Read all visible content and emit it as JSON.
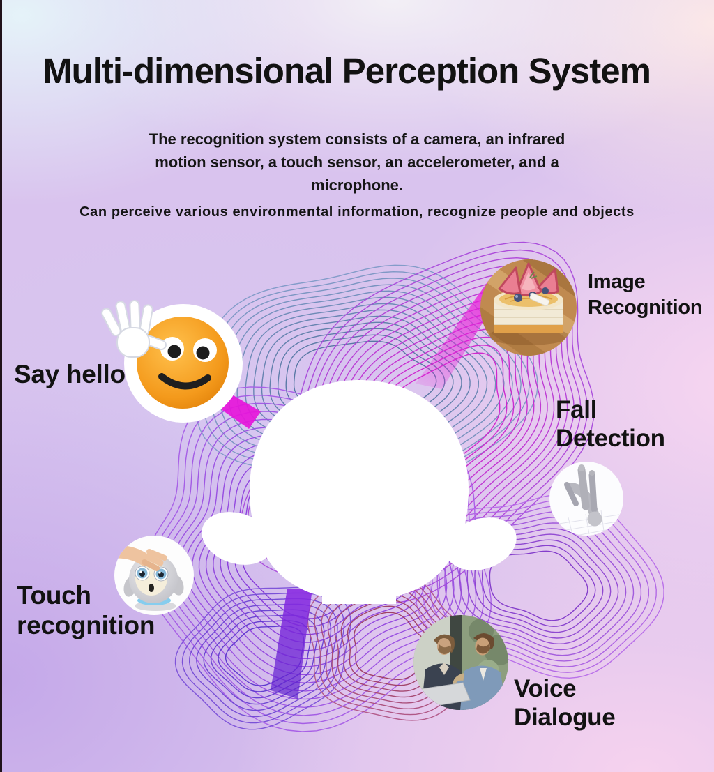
{
  "page": {
    "title": "Multi-dimensional Perception System",
    "subtitle": "The recognition system consists of a camera, an infrared motion sensor, a touch sensor, an accelerometer, and a microphone.",
    "tagline": "Can perceive various environmental information, recognize people and objects"
  },
  "features": [
    {
      "id": "say-hello",
      "label": "Say hello",
      "icon": "waving-emoji-icon"
    },
    {
      "id": "image-recognition",
      "label": "Image Recognition",
      "icon": "cake-photo"
    },
    {
      "id": "fall-detection",
      "label": "Fall Detection",
      "icon": "falling-figure-icon"
    },
    {
      "id": "touch-recognition",
      "label": "Touch recognition",
      "icon": "touch-robot-photo"
    },
    {
      "id": "voice-dialogue",
      "label": "Voice Dialogue",
      "icon": "people-talking-photo"
    }
  ],
  "colors": {
    "title_text": "#121212",
    "wave_blue": "#51749f",
    "wave_magenta": "#d01ecb",
    "wave_purple": "#8233d8",
    "wave_violet": "#5a35cd",
    "wave_crimson": "#9c3a5e",
    "accent_magenta_band": "#e615da",
    "accent_purple_ribbon": "#8a2be2",
    "robot_silhouette": "#ffffff",
    "emoji_orange": "#f6a122",
    "bg_top_left": "#e5f3f9",
    "bg_top_right": "#fce7e7",
    "bg_bottom_left": "#c4a8e9",
    "bg_bottom_right": "#f6d2ee"
  }
}
